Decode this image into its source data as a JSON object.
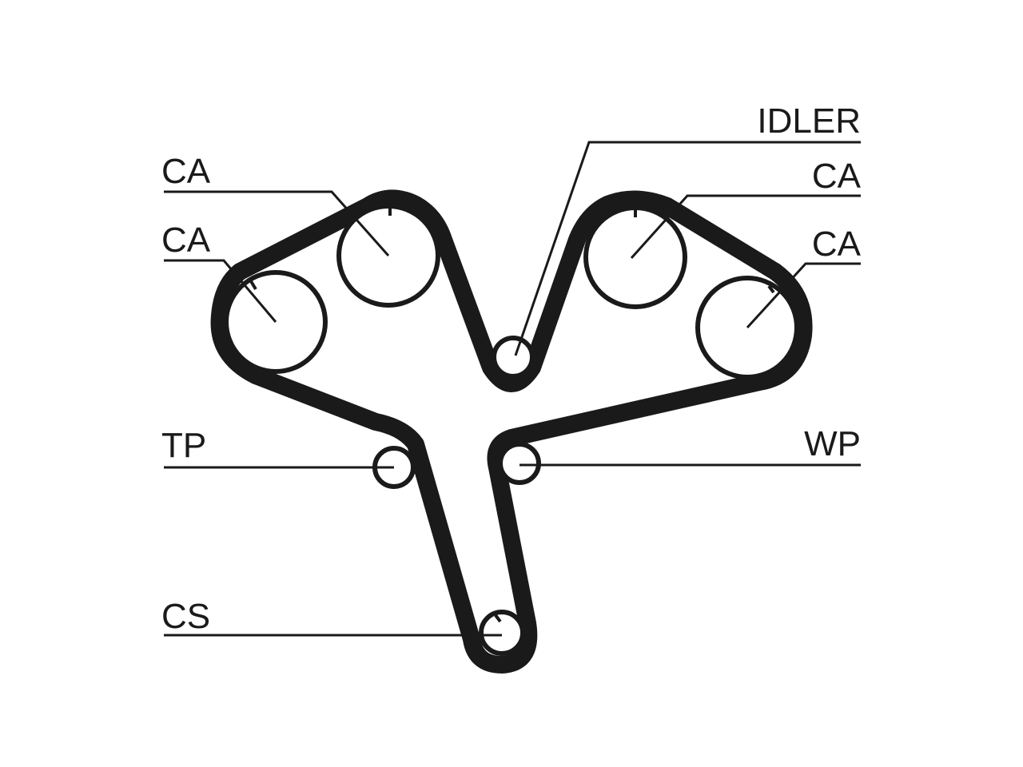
{
  "labels": {
    "idler": "IDLER",
    "ca_top_left": "CA",
    "ca_mid_left": "CA",
    "ca_top_right": "CA",
    "ca_mid_right": "CA",
    "tp": "TP",
    "wp": "WP",
    "cs": "CS"
  },
  "colors": {
    "line": "#1a1a1a",
    "background": "#ffffff"
  }
}
